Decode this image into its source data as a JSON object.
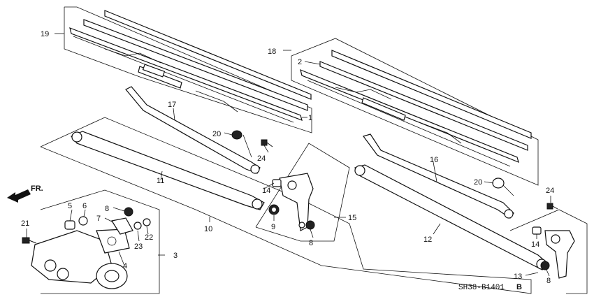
{
  "diagram_code": "SH38-B1401",
  "diagram_suffix": "B",
  "front_indicator": "FR.",
  "callouts": {
    "c1": "1",
    "c2": "2",
    "c3": "3",
    "c4": "4",
    "c5": "5",
    "c6": "6",
    "c7": "7",
    "c8a": "8",
    "c8b": "8",
    "c8c": "8",
    "c9": "9",
    "c10": "10",
    "c11": "11",
    "c12": "12",
    "c13": "13",
    "c14a": "14",
    "c14b": "14",
    "c15": "15",
    "c16": "16",
    "c17": "17",
    "c18": "18",
    "c19": "19",
    "c20a": "20",
    "c20b": "20",
    "c21": "21",
    "c22": "22",
    "c23": "23",
    "c24a": "24",
    "c24b": "24"
  }
}
